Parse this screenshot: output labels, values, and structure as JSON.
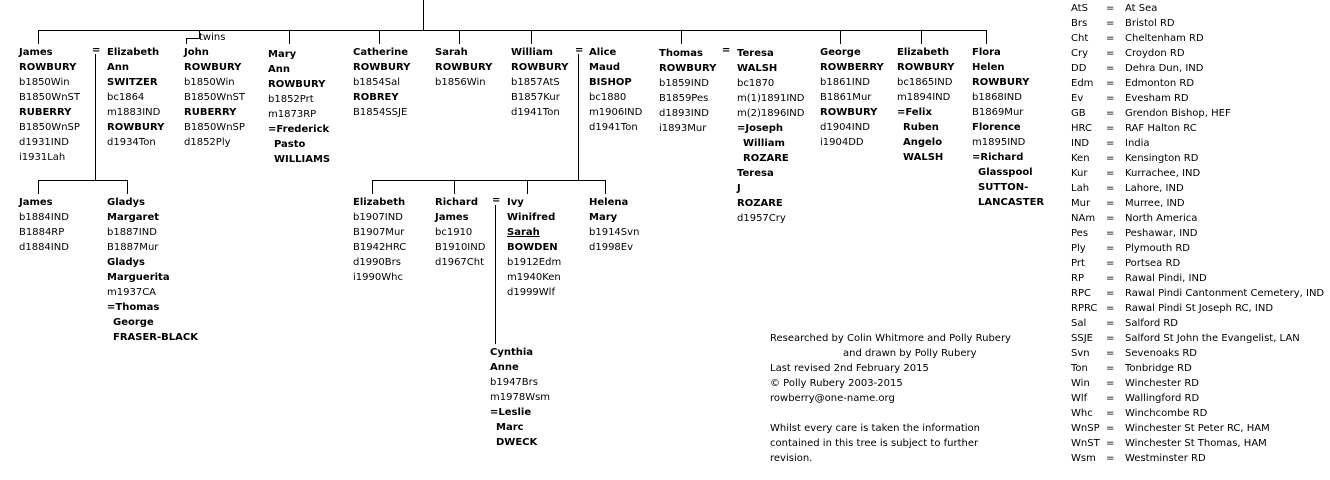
{
  "twins_label": "twins",
  "equals": "=",
  "people": {
    "james1850": [
      "James",
      "ROWBURY",
      "b1850Win",
      "B1850WnST",
      "RUBERRY",
      "B1850WnSP",
      "d1931IND",
      "i1931Lah"
    ],
    "elizabeth_ann": [
      "Elizabeth",
      "Ann",
      "SWITZER",
      "bc1864",
      "m1883IND",
      "ROWBURY",
      "d1934Ton"
    ],
    "john": [
      "John",
      "ROWBURY",
      "b1850Win",
      "B1850WnST",
      "RUBERRY",
      "B1850WnSP",
      "d1852Ply"
    ],
    "mary_ann": [
      "Mary",
      "Ann",
      "ROWBURY",
      "b1852Prt",
      "m1873RP",
      "=Frederick",
      "Pasto",
      "WILLIAMS"
    ],
    "catherine": [
      "Catherine",
      "ROWBURY",
      "b1854Sal",
      "ROBREY",
      "B1854SSJE"
    ],
    "sarah": [
      "Sarah",
      "ROWBURY",
      "b1856Win"
    ],
    "william": [
      "William",
      "ROWBURY",
      "b1857AtS",
      "B1857Kur",
      "d1941Ton"
    ],
    "alice": [
      "Alice",
      "Maud",
      "BISHOP",
      "bc1880",
      "m1906IND",
      "d1941Ton"
    ],
    "thomas": [
      "Thomas",
      "ROWBURY",
      "b1859IND",
      "B1859Pes",
      "d1893IND",
      "i1893Mur"
    ],
    "teresa": [
      "Teresa",
      "WALSH",
      "bc1870",
      "m(1)1891IND",
      "m(2)1896IND",
      "=Joseph",
      "William",
      "ROZARE",
      "Teresa",
      "J",
      "ROZARE",
      "d1957Cry"
    ],
    "george": [
      "George",
      "ROWBERRY",
      "b1861IND",
      "B1861Mur",
      "ROWBURY",
      "d1904IND",
      "i1904DD"
    ],
    "elizabeth1865": [
      "Elizabeth",
      "ROWBURY",
      "bc1865IND",
      "m1894IND",
      "=Felix",
      "Ruben",
      "Angelo",
      "WALSH"
    ],
    "flora": [
      "Flora",
      "Helen",
      "ROWBURY",
      "b1868IND",
      "B1869Mur",
      "Florence",
      "m1895IND",
      "=Richard",
      "Glasspool",
      "SUTTON-",
      "LANCASTER"
    ],
    "james1884": [
      "James",
      "b1884IND",
      "B1884RP",
      "d1884IND"
    ],
    "gladys": [
      "Gladys",
      "Margaret",
      "b1887IND",
      "B1887Mur",
      "Gladys",
      "Marguerita",
      "m1937CA",
      "=Thomas",
      "George",
      "FRASER-BLACK"
    ],
    "elizabeth1907": [
      "Elizabeth",
      "b1907IND",
      "B1907Mur",
      "B1942HRC",
      "d1990Brs",
      "i1990Whc"
    ],
    "richard": [
      "Richard",
      "James",
      "bc1910",
      "B1910IND",
      "d1967Cht"
    ],
    "ivy": [
      "Ivy",
      "Winifred",
      "Sarah",
      "BOWDEN",
      "b1912Edm",
      "m1940Ken",
      "d1999Wlf"
    ],
    "helena": [
      "Helena",
      "Mary",
      "b1914Svn",
      "d1998Ev"
    ],
    "cynthia": [
      "Cynthia",
      "Anne",
      "b1947Brs",
      "m1978Wsm",
      "=Leslie",
      "Marc",
      "DWECK"
    ]
  },
  "credits": [
    "Researched by Colin Whitmore and Polly Rubery",
    "and drawn by Polly Rubery",
    "Last revised 2nd February 2015",
    "© Polly Rubery 2003-2015",
    "rowberry@one-name.org",
    "",
    "Whilst every care is taken the information",
    "contained in this tree is subject to further",
    "revision."
  ],
  "legend": [
    [
      "AtS",
      "=",
      "At Sea"
    ],
    [
      "Brs",
      "=",
      "Bristol RD"
    ],
    [
      "Cht",
      "=",
      "Cheltenham RD"
    ],
    [
      "Cry",
      "=",
      "Croydon RD"
    ],
    [
      "DD",
      "=",
      "Dehra Dun,  IND"
    ],
    [
      "Edm",
      "=",
      "Edmonton RD"
    ],
    [
      "Ev",
      "=",
      "Evesham RD"
    ],
    [
      "GB",
      "=",
      "Grendon Bishop, HEF"
    ],
    [
      "HRC",
      "=",
      "RAF Halton RC"
    ],
    [
      "IND",
      "=",
      "India"
    ],
    [
      "Ken",
      "=",
      "Kensington RD"
    ],
    [
      "Kur",
      "=",
      "Kurrachee, IND"
    ],
    [
      "Lah",
      "=",
      "Lahore, IND"
    ],
    [
      "Mur",
      "=",
      "Murree, IND"
    ],
    [
      "NAm",
      "=",
      "North America"
    ],
    [
      "Pes",
      "=",
      "Peshawar, IND"
    ],
    [
      "Ply",
      "=",
      "Plymouth RD"
    ],
    [
      "Prt",
      "=",
      "Portsea RD"
    ],
    [
      "RP",
      "=",
      "Rawal Pindi, IND"
    ],
    [
      "RPC",
      "=",
      "Rawal Pindi Cantonment Cemetery, IND"
    ],
    [
      "RPRC",
      "=",
      "Rawal Pindi St Joseph RC, IND"
    ],
    [
      "Sal",
      "=",
      "Salford RD"
    ],
    [
      "SSJE",
      "=",
      "Salford St John the Evangelist, LAN"
    ],
    [
      "Svn",
      "=",
      "Sevenoaks RD"
    ],
    [
      "Ton",
      "=",
      "Tonbridge RD"
    ],
    [
      "Win",
      "=",
      "Winchester RD"
    ],
    [
      "Wlf",
      "=",
      "Wallingford RD"
    ],
    [
      "Whc",
      "=",
      "Winchcombe RD"
    ],
    [
      "WnSP",
      "=",
      "Winchester St Peter RC, HAM"
    ],
    [
      "WnST",
      "=",
      "Winchester St Thomas, HAM"
    ],
    [
      "Wsm",
      "=",
      "Westminster RD"
    ]
  ]
}
